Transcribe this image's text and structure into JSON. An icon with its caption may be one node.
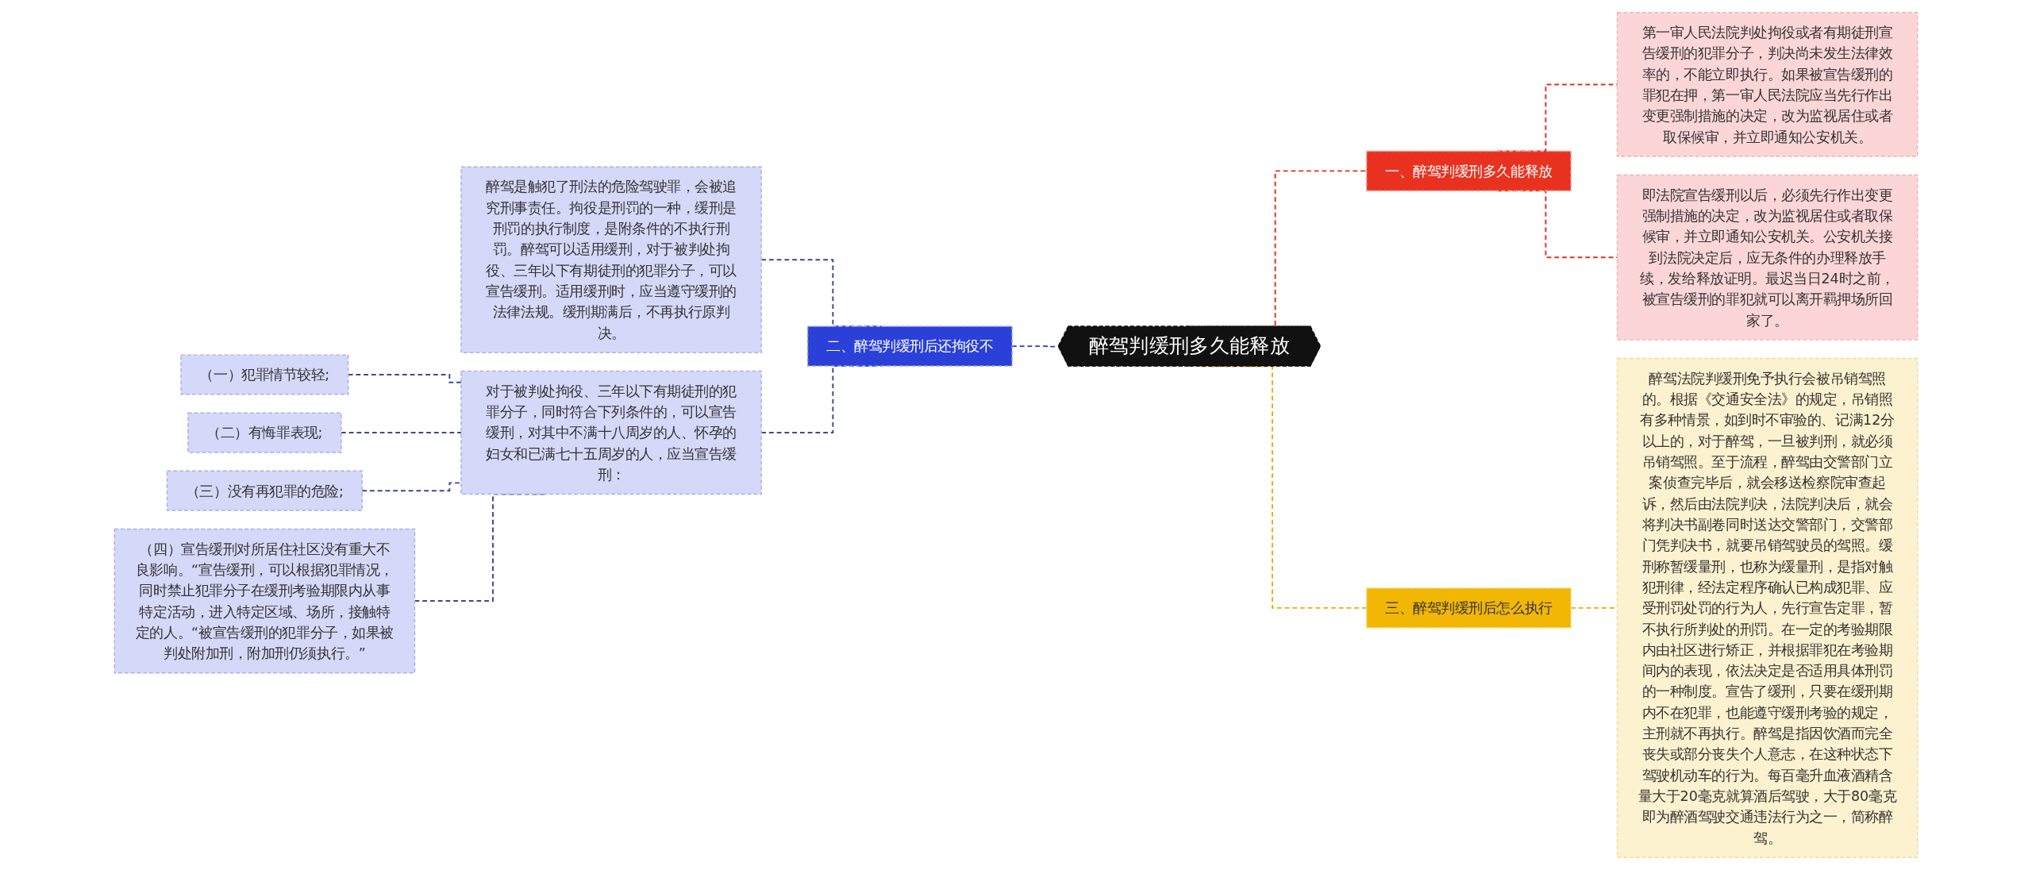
{
  "diagram": {
    "nodes": [
      {
        "text": [
          "醉驾判缓刑多久能释放"
        ]
      },
      {
        "text": [
          "一、醉驾判缓刑多久能释放"
        ]
      },
      {
        "text": [
          "第一审人民法院判处拘役或者有期徒刑宣告缓刑的犯罪分子，判决尚未发生法律效率的，不能立即执行。如果被宣告缓刑的罪犯在押，第一审人民法院应当先行作出变更强制措施的决定，改为监视居住或者取保候审，并立即通知公安机关。"
        ]
      },
      {
        "text": [
          "即法院宣告缓刑以后，必须先行作出变更强制措施的决定，改为监视居住或者取保候审，并立即通知公安机关。公安机关接到法院决定后，应无条件的办理释放手续，发给释放证明。最迟当日24时之前，被宣告缓刑的罪犯就可以离开羁押场所回家了。"
        ]
      },
      {
        "text": [
          "二、醉驾判缓刑后还拘役不"
        ]
      },
      {
        "text": [
          "醉驾是触犯了刑法的危险驾驶罪，会被追究刑事责任。拘役是刑罚的一种，缓刑是刑罚的执行制度，是附条件的不执行刑罚。醉驾可以适用缓刑，对于被判处拘役、三年以下有期徒刑的犯罪分子，可以宣告缓刑。适用缓刑时，应当遵守缓刑的法律法规。缓刑期满后，不再执行原判决。"
        ]
      },
      {
        "text": [
          "对于被判处拘役、三年以下有期徒刑的犯罪分子，同时符合下列条件的，可以宣告缓刑，对其中不满十八周岁的人、怀孕的妇女和已满七十五周岁的人，应当宣告缓刑："
        ]
      },
      {
        "text": [
          "（一）犯罪情节较轻;"
        ]
      },
      {
        "text": [
          "（二）有悔罪表现;"
        ]
      },
      {
        "text": [
          "（三）没有再犯罪的危险;"
        ]
      },
      {
        "text": [
          "（四）宣告缓刑对所居住社区没有重大不良影响。“宣告缓刑，可以根据犯罪情况，同时禁止犯罪分子在缓刑考验期限内从事特定活动，进入特定区域、场所，接触特定的人。“被宣告缓刑的犯罪分子，如果被判处附加刑，附加刑仍须执行。”"
        ]
      },
      {
        "text": [
          "三、醉驾判缓刑后怎么执行"
        ]
      },
      {
        "text": [
          "醉驾法院判缓刑免予执行会被吊销驾照的。根据《交通安全法》的规定，吊销照有多种情景，如到时不审验的、记满12分以上的，对于醉驾，一旦被判刑，就必须吊销驾照。至于流程，醉驾由交警部门立案侦查完毕后，就会移送检察院审查起诉，然后由法院判决，法院判决后，就会将判决书副卷同时送达交警部门，交警部门凭判决书，就要吊销驾驶员的驾照。缓刑称暂缓量刑，也称为缓量刑，是指对触犯刑律，经法定程序确认已构成犯罪、应受刑罚处罚的行为人，先行宣告定罪，暂不执行所判处的刑罚。在一定的考验期限内由社区进行矫正，并根据罪犯在考验期间内的表现，依法决定是否适用具体刑罚的一种制度。宣告了缓刑，只要在缓刑期内不在犯罪，也能遵守缓刑考验的规定，主刑就不再执行。醉驾是指因饮酒而完全丧失或部分丧失个人意志，在这种状态下驾驶机动车的行为。每百毫升血液酒精含量大于20毫克就算酒后驾驶，大于80毫克即为醉酒驾驶交通违法行为之一，简称醉驾。"
        ]
      }
    ],
    "edges": [
      {
        "from": 0,
        "to": 1,
        "arrow": "none",
        "style": "dashed",
        "color": "#e0321e"
      },
      {
        "from": 1,
        "to": 2,
        "arrow": "none",
        "style": "dashed",
        "color": "#e0321e"
      },
      {
        "from": 1,
        "to": 3,
        "arrow": "none",
        "style": "dashed",
        "color": "#e0321e"
      },
      {
        "from": 4,
        "to": 0,
        "arrow": "none",
        "style": "dashed",
        "color": "#2440d8"
      },
      {
        "from": 5,
        "to": 4,
        "arrow": "none",
        "style": "dashed",
        "color": "#3b4a8e"
      },
      {
        "from": 6,
        "to": 4,
        "arrow": "none",
        "style": "dashed",
        "color": "#3b4a8e"
      },
      {
        "from": 7,
        "to": 6,
        "arrow": "none",
        "style": "dashed",
        "color": "#3b4a8e"
      },
      {
        "from": 8,
        "to": 6,
        "arrow": "none",
        "style": "dashed",
        "color": "#3b4a8e"
      },
      {
        "from": 9,
        "to": 6,
        "arrow": "none",
        "style": "dashed",
        "color": "#3b4a8e"
      },
      {
        "from": 10,
        "to": 6,
        "arrow": "none",
        "style": "dashed",
        "color": "#3b4a8e"
      },
      {
        "from": 0,
        "to": 11,
        "arrow": "none",
        "style": "dashed",
        "color": "#e6b000"
      },
      {
        "from": 11,
        "to": 12,
        "arrow": "none",
        "style": "dashed",
        "color": "#e6b000"
      }
    ]
  }
}
